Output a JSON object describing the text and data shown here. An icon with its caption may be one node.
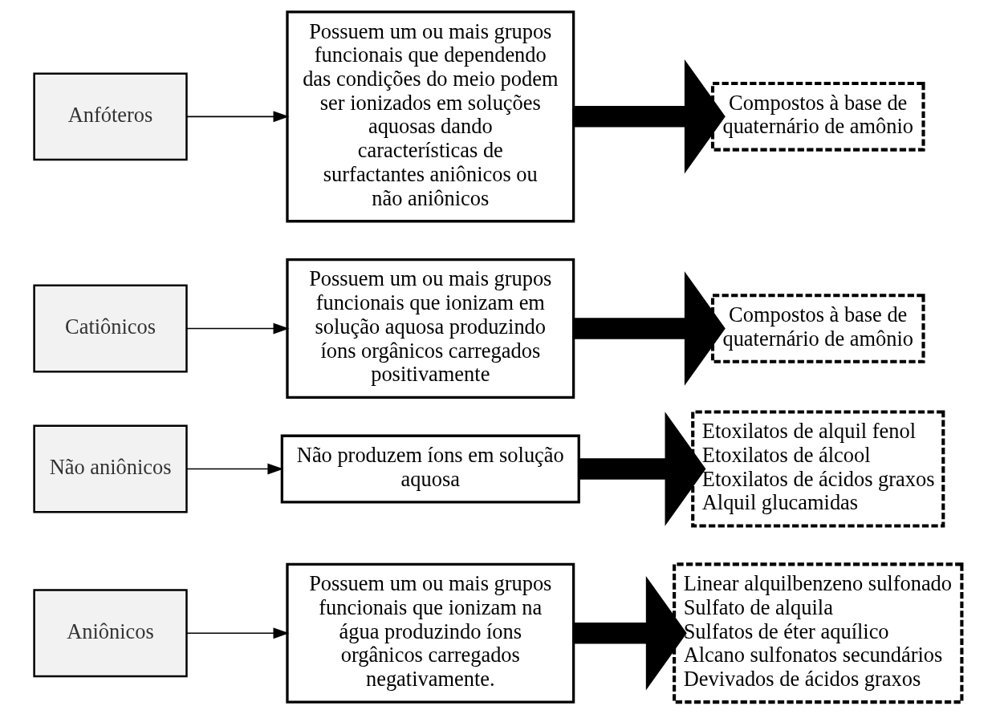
{
  "diagram": {
    "nodes": [
      {
        "text": [
          "Aniônicos"
        ]
      },
      {
        "text": [
          "Possuem um ou mais grupos funcionais que ionizam na água produzindo íons orgânicos carregados negativamente."
        ]
      },
      {
        "text": [
          "Linear alquilbenzeno sulfonado",
          "Sulfato de alquila",
          "Sulfatos de éter aquílico",
          "Alcano sulfonatos secundários",
          "Devivados de ácidos graxos"
        ]
      },
      {
        "text": [
          "Não aniônicos"
        ]
      },
      {
        "text": [
          "Não produzem íons em solução aquosa"
        ]
      },
      {
        "text": [
          "Etoxilatos de alquil fenol",
          "Etoxilatos de álcool",
          "Etoxilatos de ácidos graxos",
          "Alquil glucamidas"
        ]
      },
      {
        "text": [
          "Catiônicos"
        ]
      },
      {
        "text": [
          "Possuem um ou mais grupos funcionais que ionizam em solução aquosa produzindo íons orgânicos carregados positivamente"
        ]
      },
      {
        "text": [
          "Compostos à base de quaternário de amônio"
        ]
      },
      {
        "text": [
          "Anfóteros"
        ]
      },
      {
        "text": [
          "Possuem um ou mais grupos funcionais que dependendo das condições do meio podem ser ionizados em soluções aquosas dando características de surfactantes aniônicos ou não aniônicos"
        ]
      },
      {
        "text": [
          "Compostos à base de quaternário de amônio"
        ]
      }
    ],
    "edges": [
      {
        "from": 0,
        "to": 1,
        "arrow": "to"
      },
      {
        "from": 1,
        "to": 2,
        "arrow": "to",
        "style": "thick"
      },
      {
        "from": 3,
        "to": 4,
        "arrow": "to"
      },
      {
        "from": 4,
        "to": 5,
        "arrow": "to",
        "style": "thick"
      },
      {
        "from": 6,
        "to": 7,
        "arrow": "to"
      },
      {
        "from": 7,
        "to": 8,
        "arrow": "to",
        "style": "thick"
      },
      {
        "from": 9,
        "to": 10,
        "arrow": "to"
      },
      {
        "from": 10,
        "to": 11,
        "arrow": "to",
        "style": "thick"
      }
    ]
  }
}
